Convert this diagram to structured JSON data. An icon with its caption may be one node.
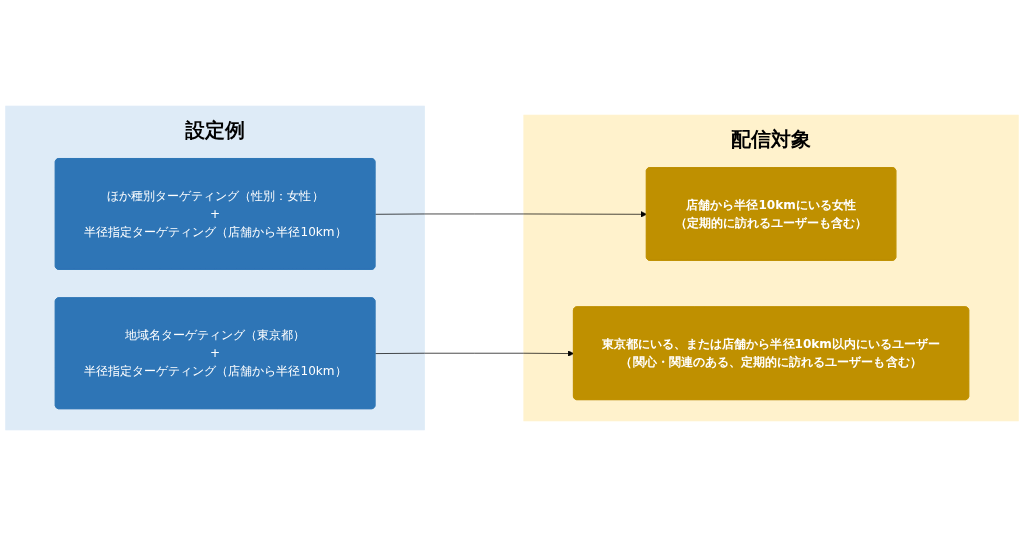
{
  "diagram": {
    "nodes": [
      {
        "text": [
          "設定例"
        ]
      },
      {
        "text": [
          "ほか種別ターゲティング（性別：女性）",
          "+",
          "半径指定ターゲティング（店舗から半径10km）"
        ],
        "in": 0
      },
      {
        "text": [
          "地域名ターゲティング（東京都）",
          "+",
          "半径指定ターゲティング（店舗から半径10km）"
        ],
        "in": 0
      },
      {
        "text": [
          "配信対象"
        ]
      },
      {
        "text": [
          "店舗から半径10kmにいる女性",
          "（定期的に訪れるユーザーも含む）"
        ],
        "in": 3
      },
      {
        "text": [
          "東京都にいる、または店舗から半径10km以内にいるユーザー",
          "（関心・関連のある、定期的に訪れるユーザーも含む）"
        ],
        "in": 3
      }
    ],
    "edges": [
      {
        "from": 1,
        "to": 4,
        "arrow": "to"
      },
      {
        "from": 2,
        "to": 5,
        "arrow": "to"
      }
    ]
  }
}
